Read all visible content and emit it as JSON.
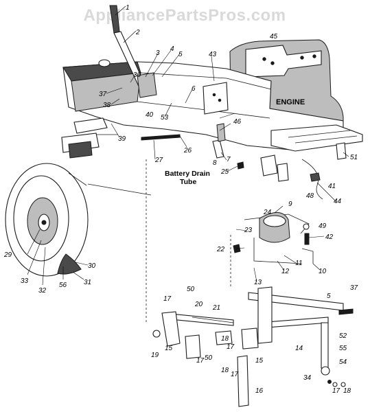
{
  "watermark": "AppliancePartsPros.com",
  "labels": {
    "engine": "ENGINE",
    "battery_line1": "Battery Drain",
    "battery_line2": "Tube"
  },
  "part_numbers": [
    "1",
    "2",
    "3",
    "4",
    "5",
    "36",
    "37",
    "38",
    "40",
    "43",
    "45",
    "6",
    "53",
    "26",
    "39",
    "27",
    "46",
    "8",
    "7",
    "25",
    "51",
    "41",
    "48",
    "44",
    "9",
    "24",
    "49",
    "23",
    "42",
    "22",
    "11",
    "12",
    "10",
    "13",
    "29",
    "30",
    "33",
    "32",
    "56",
    "31",
    "17",
    "50",
    "20",
    "21",
    "5",
    "37",
    "52",
    "55",
    "54",
    "34",
    "17",
    "18",
    "19",
    "15",
    "17",
    "50",
    "18",
    "17",
    "18",
    "17",
    "15",
    "14",
    "16"
  ]
}
